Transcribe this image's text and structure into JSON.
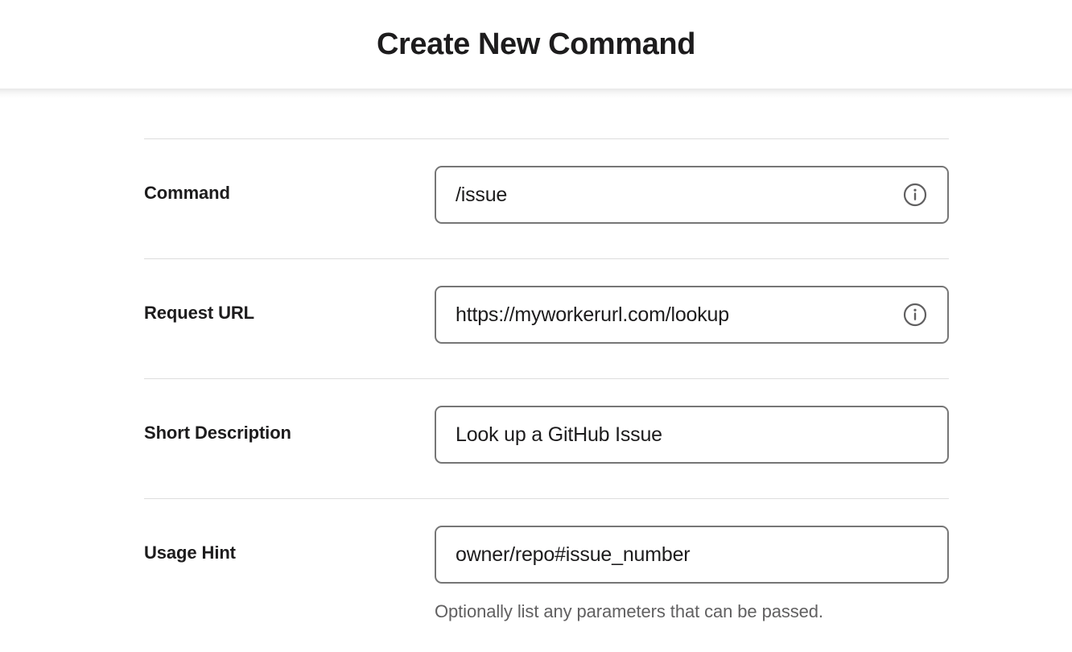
{
  "header": {
    "title": "Create New Command"
  },
  "colors": {
    "text": "#1d1c1d",
    "muted_text": "#616061",
    "input_border": "#767676",
    "divider": "#dddddd",
    "background": "#ffffff"
  },
  "form": {
    "rows": [
      {
        "label": "Command",
        "value": "/issue",
        "placeholder": "",
        "info_icon": "info-circle-icon",
        "helper": ""
      },
      {
        "label": "Request URL",
        "value": "https://myworkerurl.com/lookup",
        "placeholder": "",
        "info_icon": "info-circle-icon",
        "helper": ""
      },
      {
        "label": "Short Description",
        "value": "Look up a GitHub Issue",
        "placeholder": "",
        "info_icon": "",
        "helper": ""
      },
      {
        "label": "Usage Hint",
        "value": "owner/repo#issue_number",
        "placeholder": "",
        "info_icon": "",
        "helper": "Optionally list any parameters that can be passed."
      }
    ]
  }
}
